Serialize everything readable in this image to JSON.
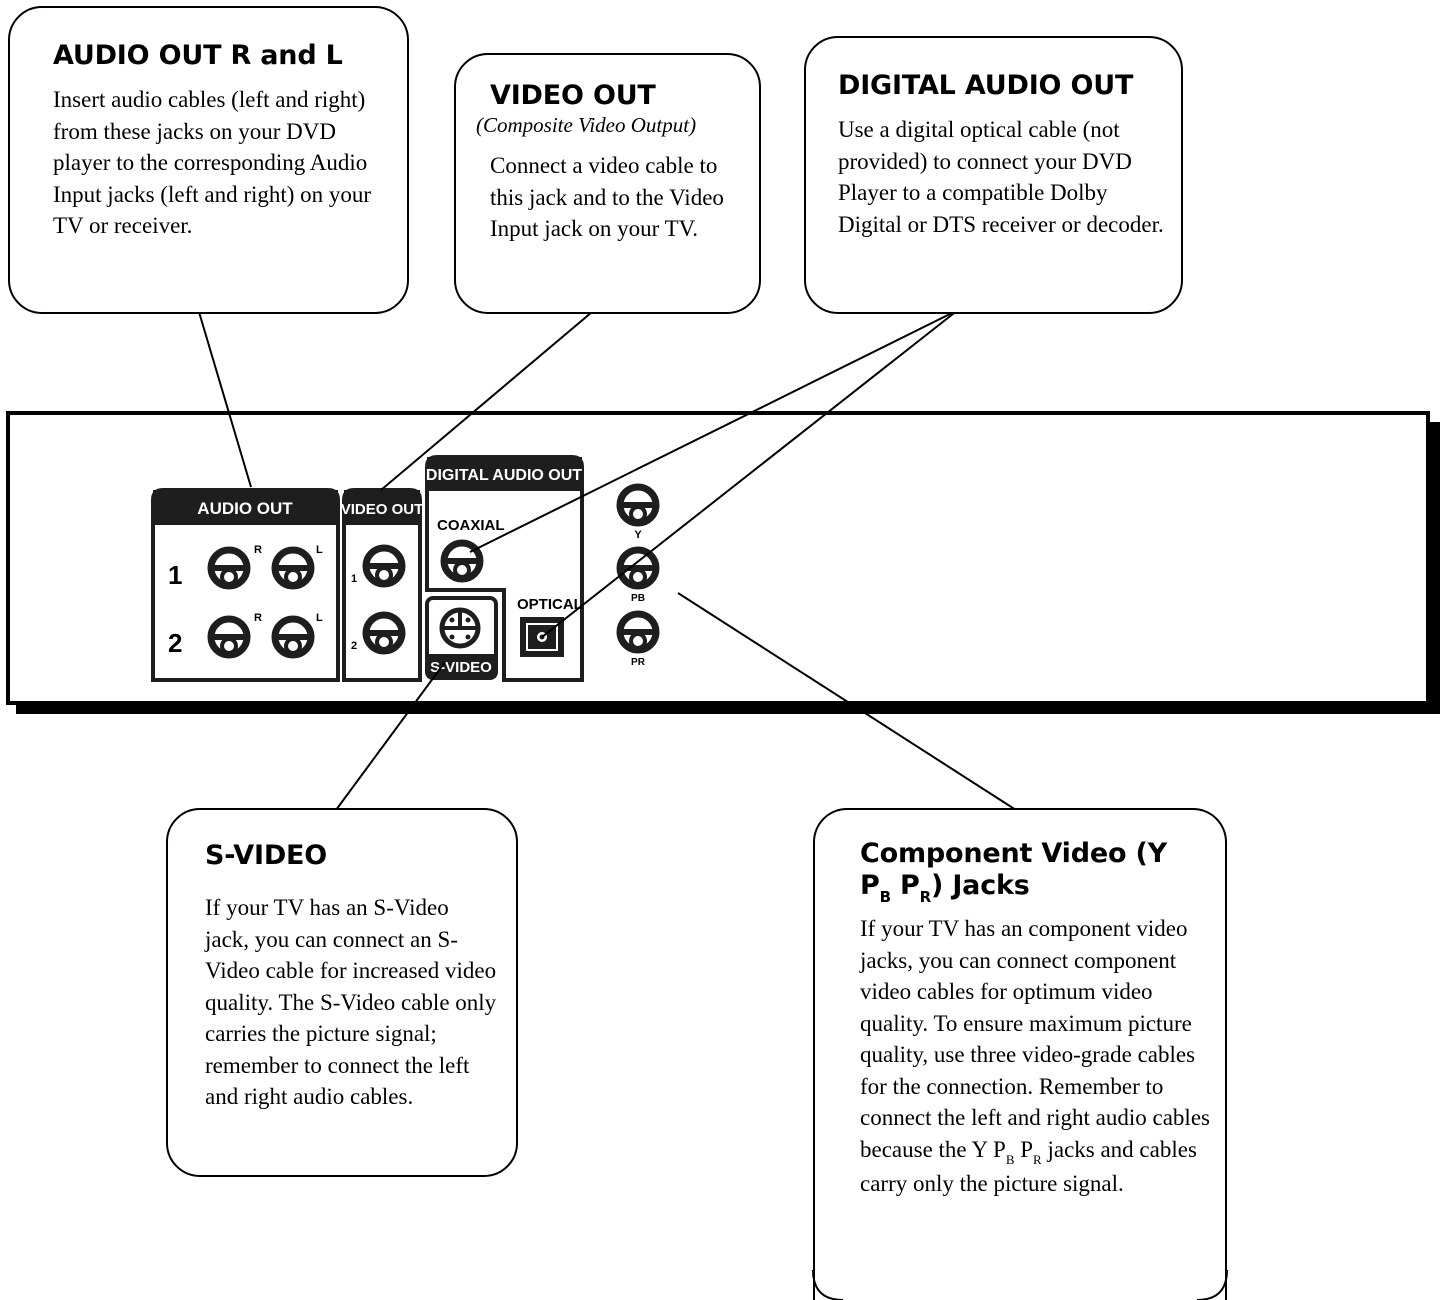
{
  "callouts": {
    "audio_out": {
      "title": "AUDIO OUT R and L",
      "body": "Insert audio cables (left and right) from these jacks on your DVD player to the corresponding Audio Input jacks (left and right) on your TV or receiver."
    },
    "video_out": {
      "title": "VIDEO OUT",
      "subtitle": "(Composite Video Output)",
      "body": "Connect a video cable to this jack and to the Video Input jack on your TV."
    },
    "digital_audio_out": {
      "title": "DIGITAL AUDIO OUT",
      "body": "Use a digital optical cable (not provided) to connect your DVD Player to a compatible Dolby Digital or DTS receiver or decoder."
    },
    "s_video": {
      "title": "S-VIDEO",
      "body": "If your TV has an S-Video jack, you can connect an S-Video cable for increased video quality. The S-Video cable only carries the picture signal; remember to connect the left and right audio cables."
    },
    "component": {
      "title_part1": "Component Video (Y",
      "title_p1": "P",
      "title_b": "B",
      "title_p2": "P",
      "title_r": "R",
      "title_part2": ") Jacks",
      "body_part1": "If your TV has an component video jacks, you can connect component video cables for optimum video quality. To ensure maximum picture quality, use three video-grade cables for the connection. Remember to connect the left and right audio cables because the Y P",
      "body_b": "B",
      "body_mid": " P",
      "body_r": "R",
      "body_part2": " jacks and cables carry only the picture signal."
    }
  },
  "panel": {
    "audio_out_label": "AUDIO OUT",
    "video_out_label": "VIDEO OUT",
    "digital_audio_out_label": "DIGITAL AUDIO OUT",
    "coaxial_label": "COAXIAL",
    "optical_label": "OPTICAL",
    "s_video_label": "S-VIDEO",
    "row1": "1",
    "row2": "2",
    "r_label": "R",
    "l_label": "L",
    "video_1": "1",
    "video_2": "2",
    "y_label": "Y",
    "pb_label": "PB",
    "pr_label": "PR"
  }
}
